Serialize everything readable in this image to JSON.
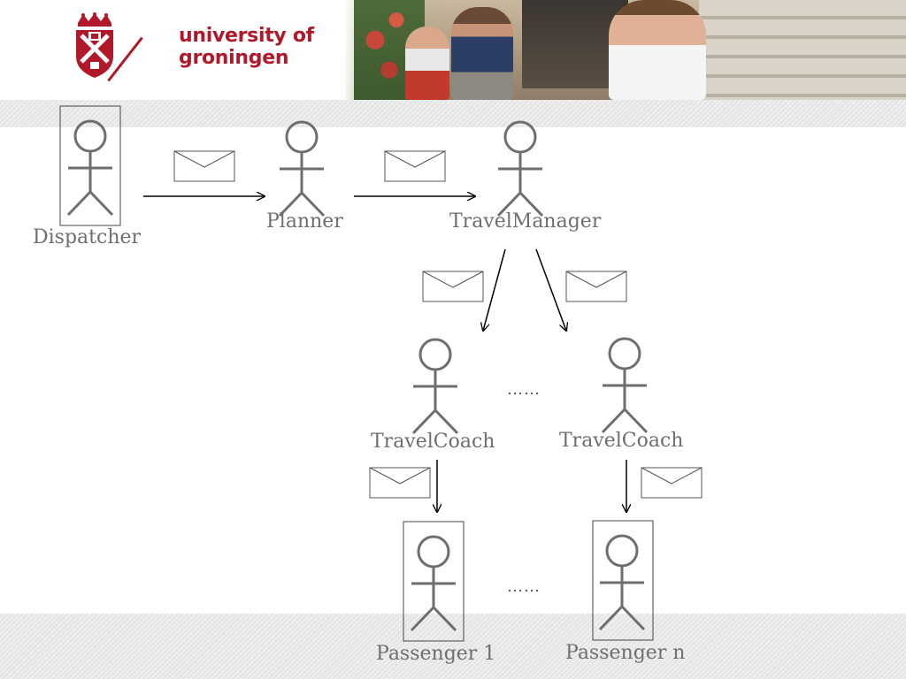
{
  "header": {
    "wordmark_line1": "university of",
    "wordmark_line2": "groningen",
    "logo_icon": "university-crest",
    "brand_color": "#b1192b"
  },
  "diagram": {
    "actors": {
      "dispatcher": "Dispatcher",
      "planner": "Planner",
      "travel_manager": "TravelManager",
      "travel_coach_1": "TravelCoach",
      "travel_coach_2": "TravelCoach",
      "passenger_1": "Passenger 1",
      "passenger_n": "Passenger n"
    },
    "ellipsis_coaches": "……",
    "ellipsis_passengers": "……",
    "message_icon": "envelope-icon",
    "stroke_color": "#6e6e6e"
  }
}
